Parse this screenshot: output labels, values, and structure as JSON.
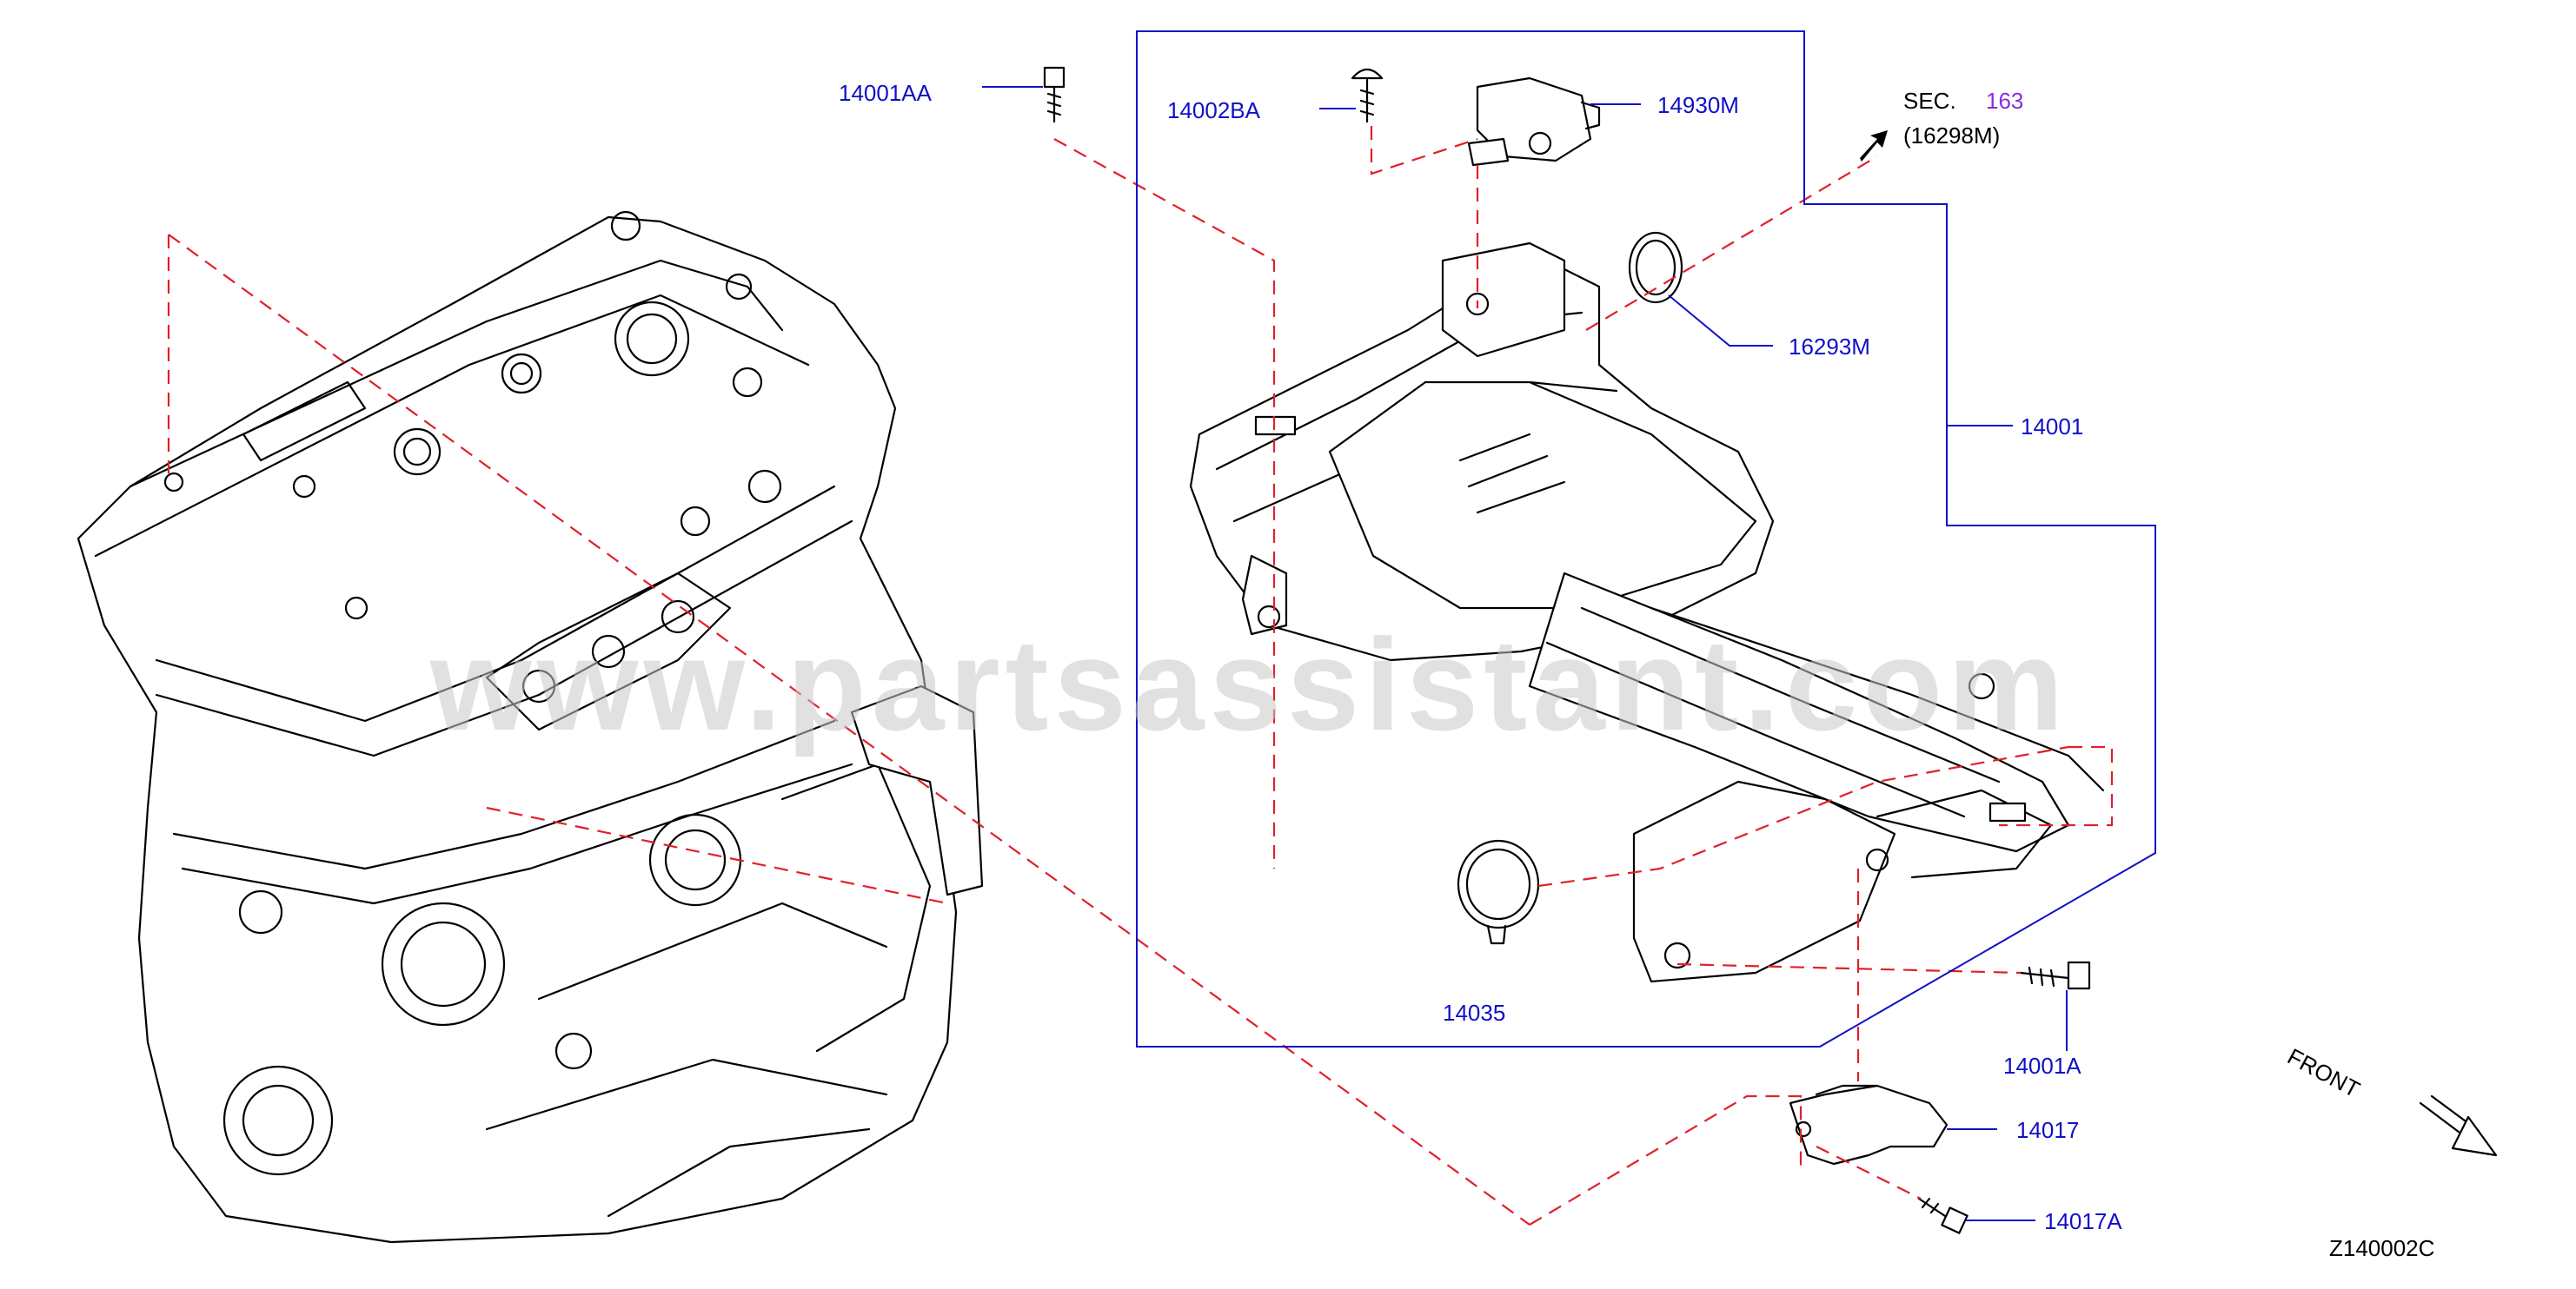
{
  "watermark": "www.partsassistant.com",
  "diagram_code": "Z140002C",
  "front_label": "FRONT",
  "section_ref": {
    "prefix": "SEC.",
    "number": "163",
    "part": "(16298M)"
  },
  "colors": {
    "part_label": "#1010c8",
    "phantom_line": "#e0202a",
    "section_number": "#8a2be2"
  },
  "callouts": [
    {
      "id": "c-14001AA",
      "label": "14001AA"
    },
    {
      "id": "c-14002BA",
      "label": "14002BA"
    },
    {
      "id": "c-14930M",
      "label": "14930M"
    },
    {
      "id": "c-16293M",
      "label": "16293M"
    },
    {
      "id": "c-14001",
      "label": "14001"
    },
    {
      "id": "c-14035",
      "label": "14035"
    },
    {
      "id": "c-14001A",
      "label": "14001A"
    },
    {
      "id": "c-14017",
      "label": "14017"
    },
    {
      "id": "c-14017A",
      "label": "14017A"
    }
  ]
}
